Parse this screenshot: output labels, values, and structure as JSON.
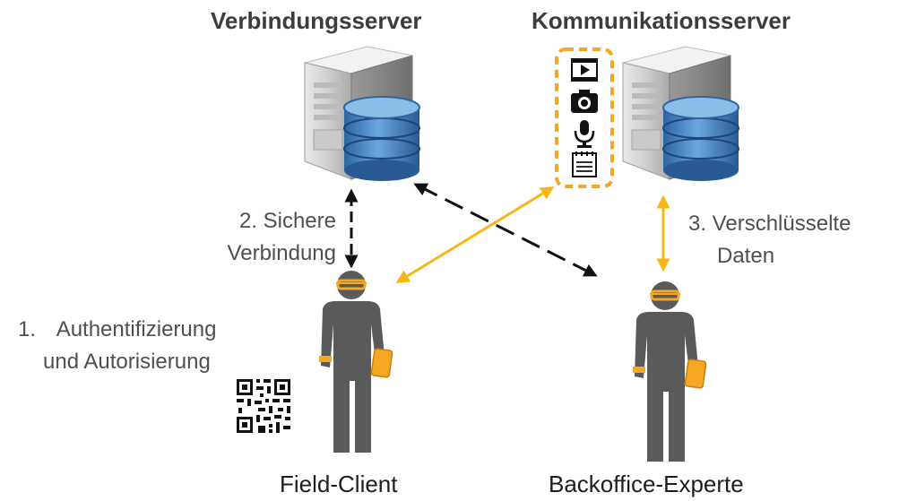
{
  "servers": {
    "connection": {
      "title": "Verbindungsserver"
    },
    "communication": {
      "title": "Kommunikationsserver"
    }
  },
  "steps": {
    "step1": {
      "number": "1.",
      "line1": "Authentifizierung",
      "line2": "und Autorisierung"
    },
    "step2": {
      "line1": "2. Sichere",
      "line2": "Verbindung"
    },
    "step3": {
      "line1": "3. Verschlüsselte",
      "line2": "Daten"
    }
  },
  "actors": {
    "field_client": {
      "name": "Field-Client"
    },
    "backoffice": {
      "name": "Backoffice-Experte"
    }
  },
  "media_icons": [
    "video-icon",
    "camera-icon",
    "microphone-icon",
    "notepad-icon"
  ],
  "colors": {
    "accent_orange": "#f5a623",
    "connector_yellow": "#f7b718",
    "dashed_black": "#111111",
    "person_gray": "#5a5a5a",
    "db_blue": "#3f7fbf"
  }
}
